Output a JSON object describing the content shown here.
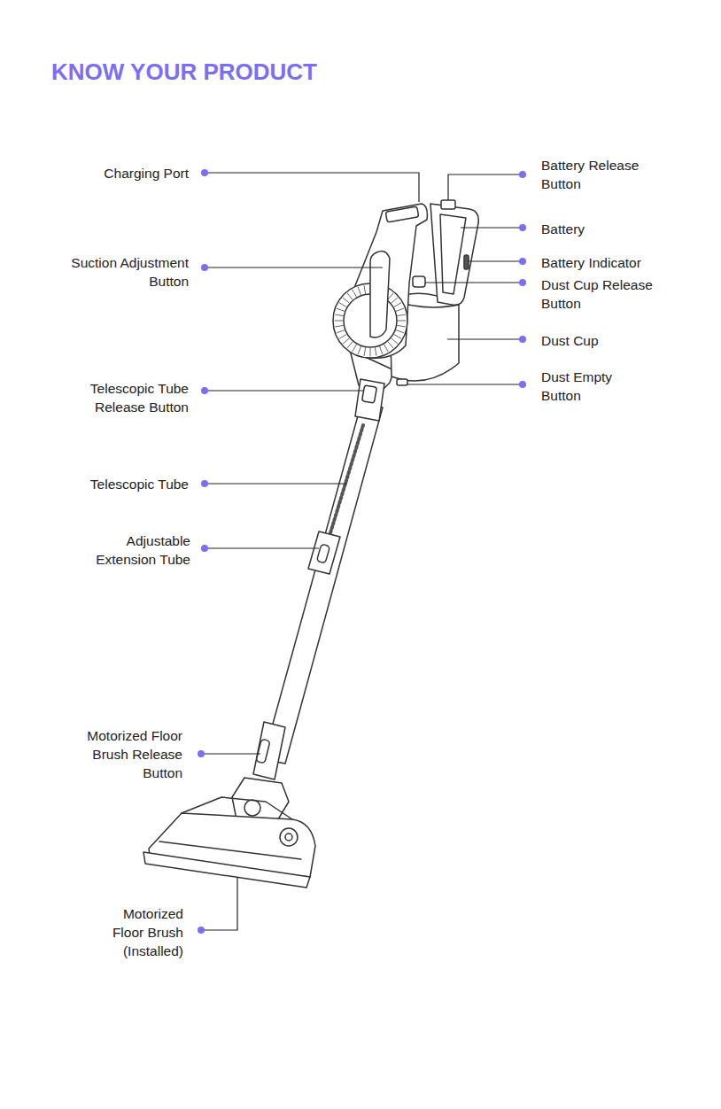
{
  "diagram": {
    "title": "KNOW YOUR PRODUCT",
    "labels": [
      "Charging Port",
      "Suction Adjustment Button",
      "Telescopic Tube Release Button",
      "Telescopic Tube",
      "Adjustable Extension Tube",
      "Motorized Floor Brush Release Button",
      "Motorized Floor Brush (Installed)",
      "Battery Release Button",
      "Battery",
      "Battery Indicator",
      "Dust Cup Release Button",
      "Dust Cup",
      "Dust Empty Button"
    ]
  }
}
